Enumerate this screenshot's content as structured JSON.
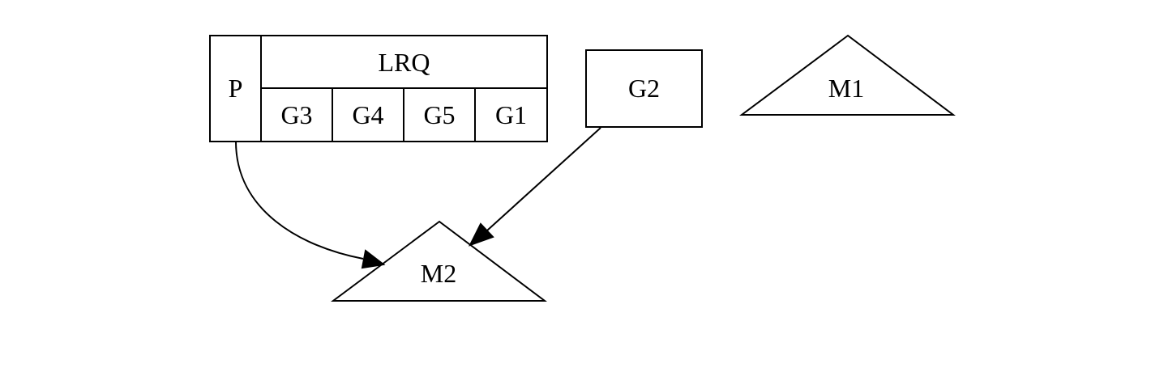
{
  "nodes": {
    "p": {
      "label": "P"
    },
    "lrq": {
      "label": "LRQ",
      "slots": [
        "G3",
        "G4",
        "G5",
        "G1"
      ]
    },
    "g2": {
      "label": "G2"
    },
    "m1": {
      "label": "M1"
    },
    "m2": {
      "label": "M2"
    }
  },
  "edges": [
    {
      "from": "P",
      "to": "M2"
    },
    {
      "from": "G2",
      "to": "M2"
    }
  ]
}
